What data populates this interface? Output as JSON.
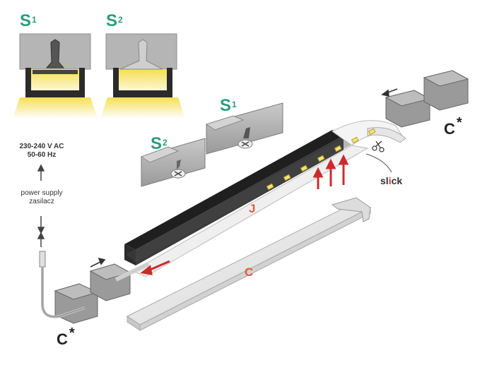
{
  "labels": {
    "s1_top": {
      "letter": "S",
      "sup": "1"
    },
    "s2_top": {
      "letter": "S",
      "sup": "2"
    },
    "s1_mid": {
      "letter": "S",
      "sup": "1"
    },
    "s2_mid": {
      "letter": "S",
      "sup": "2"
    },
    "c_bottom_left": {
      "letter": "C",
      "star": "*"
    },
    "c_top_right": {
      "letter": "C",
      "star": "*"
    },
    "j_label": "J",
    "c_cover": "C",
    "slick_prefix": "sl",
    "slick_i": "i",
    "slick_suffix": "ck"
  },
  "power": {
    "voltage": "230-240 V AC",
    "frequency": "50-60 Hz",
    "label_en": "power supply",
    "label_pl": "zasilacz"
  },
  "colors": {
    "accent_green": "#2a9d7a",
    "accent_orange": "#e0603a",
    "arrow_red": "#cc2b2b",
    "profile_dark": "#2b2b2b",
    "metal_grey": "#a8a8a8",
    "led_yellow": "#f7e27a"
  }
}
